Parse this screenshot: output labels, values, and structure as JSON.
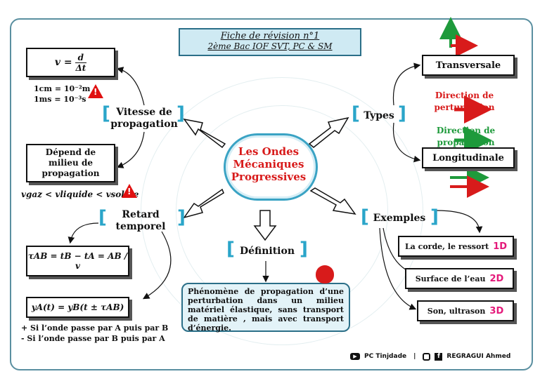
{
  "header": {
    "title": "Fiche de révision n°1",
    "subtitle": "2ème Bac IOF SVT, PC & SM"
  },
  "center": {
    "line1": "Les Ondes",
    "line2": "Mécaniques",
    "line3": "Progressives"
  },
  "vitesse": {
    "label1": "Vitesse de",
    "label2": "propagation",
    "formula_lhs": "v =",
    "formula_num": "d",
    "formula_den": "Δt",
    "unit1": "1cm = 10⁻²m",
    "unit2": "1ms = 10⁻³s",
    "depend1": "Dépend de",
    "depend2": "milieu de",
    "depend3": "propagation",
    "ineq": "vgaz < vliquide < vsolide"
  },
  "retard": {
    "label1": "Retard",
    "label2": "temporel",
    "formula_tau": "τAB = tB − tA = AB / v",
    "formula_y": "yA(t) = yB(t ± τAB)",
    "note1": "+ Si l’onde passe par A puis par B",
    "note2": "- Si  l’onde passe par B puis par A"
  },
  "definition": {
    "label": "Définition",
    "text": "Phénomène de propagation d’une perturbation dans un milieu matériel élastique, sans transport de matière , mais avec transport d’énergie."
  },
  "types": {
    "label": "Types",
    "transversale": "Transversale",
    "longitudinale": "Longitudinale",
    "dir_perturbation": "Direction de  perturbation",
    "dir_propagation": "Direction de  propagation"
  },
  "exemples": {
    "label": "Exemples",
    "items": [
      {
        "text": "La corde, le ressort",
        "tag": "1D"
      },
      {
        "text": "Surface de l’eau",
        "tag": "2D"
      },
      {
        "text": "Son, ultrason",
        "tag": "3D"
      }
    ]
  },
  "footer": {
    "channel": "PC Tinjdade",
    "separator": "|",
    "author": "REGRAGUI Ahmed"
  },
  "colors": {
    "red": "#d81b1b",
    "green": "#1e9a3b",
    "accent": "#2aa5c9",
    "tag": "#e4197a"
  }
}
